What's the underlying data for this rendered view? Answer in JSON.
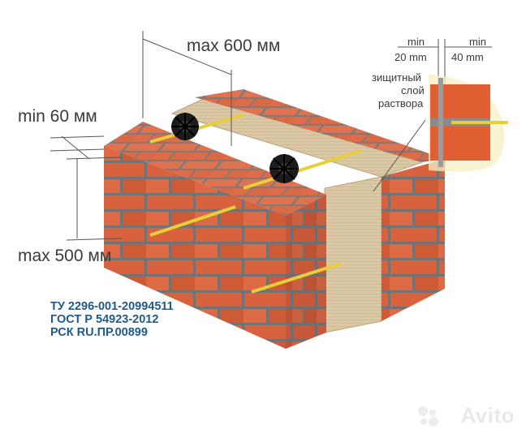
{
  "dimensions": {
    "max_spacing": "max 600 мм",
    "min_offset": "min 60 мм",
    "max_height": "max 500 мм",
    "min_20": {
      "top": "min",
      "bottom": "20 mm"
    },
    "min_40": {
      "top": "min",
      "bottom": "40 mm"
    }
  },
  "callout": {
    "line1": "зищитный",
    "line2": "слой",
    "line3": "раствора"
  },
  "specs": {
    "line1": "ТУ 2296-001-20994511",
    "line2": "ГОСТ Р 54923-2012",
    "line3": "РСК RU.ПР.00899"
  },
  "watermark": "Avito",
  "colors": {
    "brick": "#d8623e",
    "brick_dark": "#b84a2c",
    "mortar": "#6b6b6b",
    "insulation": "#d9c7a3",
    "rod": "#e8cf3a",
    "spec_text": "#1f5a8a"
  }
}
